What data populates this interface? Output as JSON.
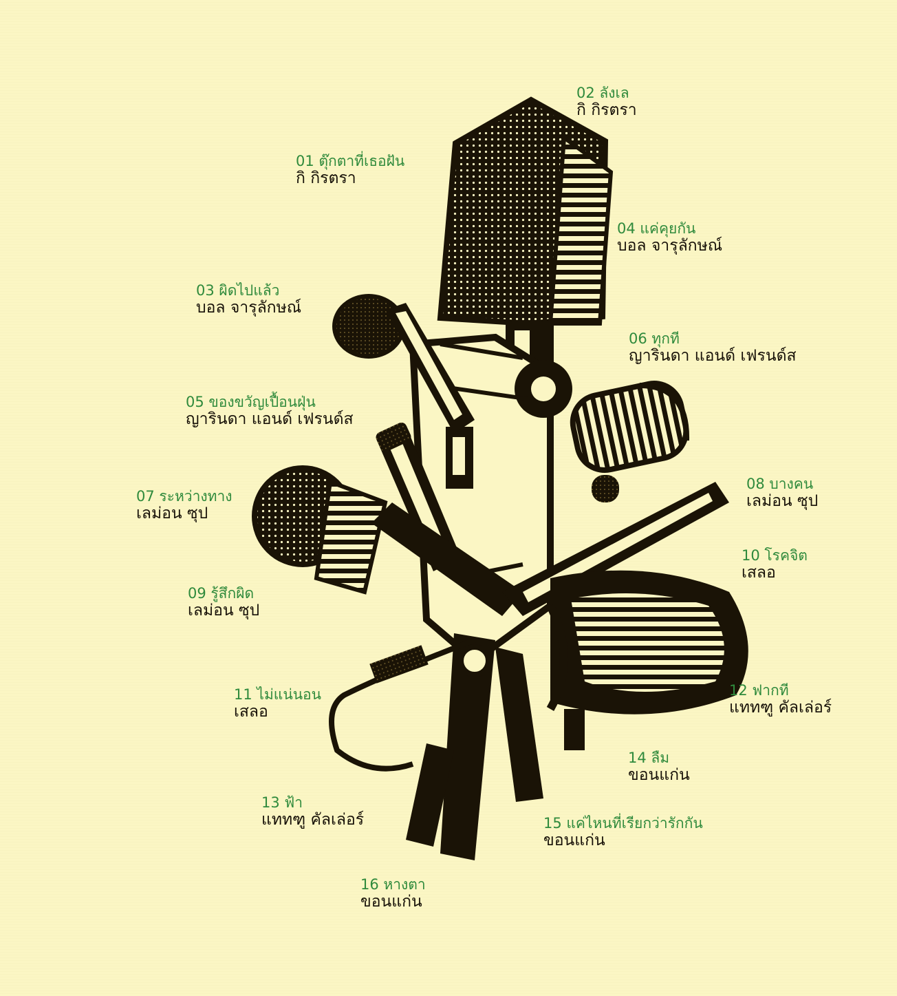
{
  "colors": {
    "background": "#fbf6c4",
    "title_green": "#2f8a3c",
    "artist_black": "#171108",
    "ink": "#1a1306"
  },
  "illustration": "microphone-cluster",
  "tracks": [
    {
      "title": "01 ตุ๊กตาที่เธอฝัน",
      "artist": "กิ กิรตรา"
    },
    {
      "title": "02 ลังเล",
      "artist": "กิ กิรตรา"
    },
    {
      "title": "03 ผิดไปแล้ว",
      "artist": "บอล จารุลักษณ์"
    },
    {
      "title": "04 แค่คุยกัน",
      "artist": "บอล จารุลักษณ์"
    },
    {
      "title": "05 ของขวัญเปื้อนฝุ่น",
      "artist": "ญารินดา แอนด์ เฟรนด์ส"
    },
    {
      "title": "06 ทุกที",
      "artist": "ญารินดา แอนด์ เฟรนด์ส"
    },
    {
      "title": "07 ระหว่างทาง",
      "artist": "เลม่อน ซุป"
    },
    {
      "title": "08 บางคน",
      "artist": "เลม่อน ซุป"
    },
    {
      "title": "09 รู้สึกผิด",
      "artist": "เลม่อน ซุป"
    },
    {
      "title": "10 โรคจิต",
      "artist": "เสลอ"
    },
    {
      "title": "11 ไม่แน่นอน",
      "artist": "เสลอ"
    },
    {
      "title": "12 ฟากที",
      "artist": "แททฑู คัลเล่อร์"
    },
    {
      "title": "13 ฟ้า",
      "artist": "แททฑู คัลเล่อร์"
    },
    {
      "title": "14 ลืม",
      "artist": "ขอนแก่น"
    },
    {
      "title": "15 แค่ไหนที่เรียกว่ารักกัน",
      "artist": "ขอนแก่น"
    },
    {
      "title": "16 หางตา",
      "artist": "ขอนแก่น"
    }
  ]
}
